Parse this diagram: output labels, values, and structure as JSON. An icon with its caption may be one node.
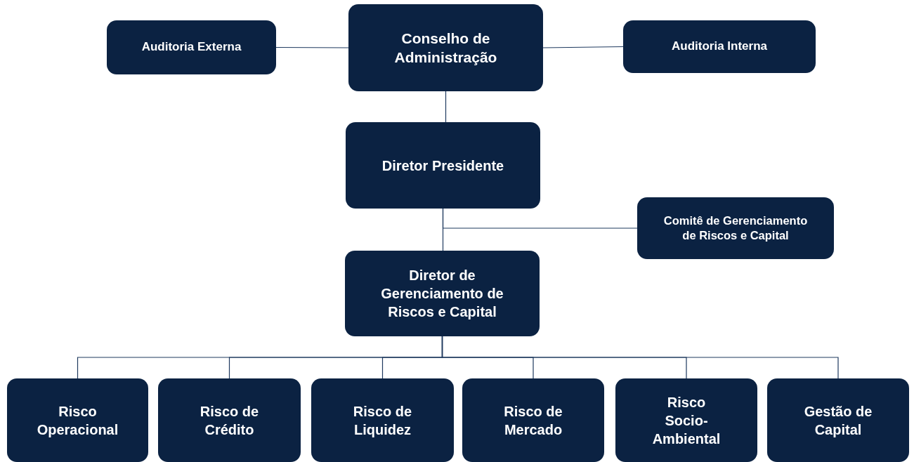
{
  "diagram": {
    "nodes": [
      {
        "text": [
          "Auditoria Externa"
        ]
      },
      {
        "text": [
          "Conselho de Administração"
        ]
      },
      {
        "text": [
          "Auditoria Interna"
        ]
      },
      {
        "text": [
          "Diretor Presidente"
        ]
      },
      {
        "text": [
          "Comitê de Gerenciamento de Riscos e Capital"
        ]
      },
      {
        "text": [
          "Diretor de Gerenciamento de Riscos e Capital"
        ]
      },
      {
        "text": [
          "Risco Operacional"
        ]
      },
      {
        "text": [
          "Risco de Crédito"
        ]
      },
      {
        "text": [
          "Risco de Liquidez"
        ]
      },
      {
        "text": [
          "Risco de Mercado"
        ]
      },
      {
        "text": [
          "Risco Socio-Ambiental"
        ]
      },
      {
        "text": [
          "Gestão de Capital"
        ]
      }
    ],
    "edges": [
      {
        "from": 0,
        "to": 1,
        "arrow": "none"
      },
      {
        "from": 1,
        "to": 2,
        "arrow": "none"
      },
      {
        "from": 1,
        "to": 3,
        "arrow": "none"
      },
      {
        "from": 3,
        "to": 4,
        "arrow": "none"
      },
      {
        "from": 3,
        "to": 5,
        "arrow": "none"
      },
      {
        "from": 5,
        "to": 6,
        "arrow": "none"
      },
      {
        "from": 5,
        "to": 7,
        "arrow": "none"
      },
      {
        "from": 5,
        "to": 8,
        "arrow": "none"
      },
      {
        "from": 5,
        "to": 9,
        "arrow": "none"
      },
      {
        "from": 5,
        "to": 10,
        "arrow": "none"
      },
      {
        "from": 5,
        "to": 11,
        "arrow": "none"
      }
    ]
  }
}
